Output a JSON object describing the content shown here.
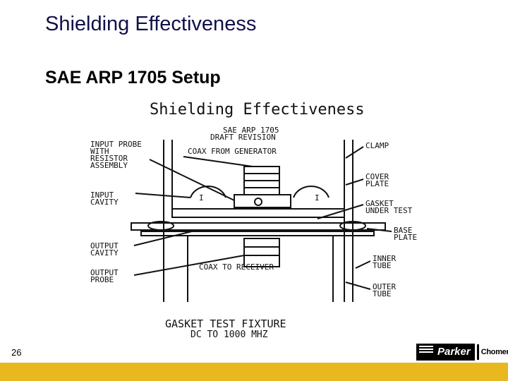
{
  "slide": {
    "title": "Shielding Effectiveness",
    "subtitle": "SAE ARP 1705 Setup",
    "number": "26"
  },
  "figure": {
    "heading": "Shielding Effectiveness",
    "standard_line1": "SAE ARP 1705",
    "standard_line2": "DRAFT REVISION",
    "labels": {
      "input_probe": [
        "INPUT PROBE",
        "WITH",
        "RESISTOR",
        "ASSEMBLY"
      ],
      "coax_from_generator": "COAX FROM GENERATOR",
      "clamp": "CLAMP",
      "input_cavity": [
        "INPUT",
        "CAVITY"
      ],
      "cover_plate": [
        "COVER",
        "PLATE"
      ],
      "gasket_under_test": [
        "GASKET",
        "UNDER TEST"
      ],
      "base_plate": [
        "BASE",
        "PLATE"
      ],
      "output_cavity": [
        "OUTPUT",
        "CAVITY"
      ],
      "output_probe": [
        "OUTPUT",
        "PROBE"
      ],
      "coax_to_receiver": "COAX TO RECEIVER",
      "inner_tube": [
        "INNER",
        "TUBE"
      ],
      "outer_tube": [
        "OUTER",
        "TUBE"
      ],
      "current_marker": "I"
    },
    "caption_line1": "GASKET TEST FIXTURE",
    "caption_line2": "DC TO 1000 MHZ"
  },
  "logo": {
    "brand": "Parker",
    "division": "Chomerics"
  },
  "colors": {
    "title": "#10104a",
    "bar": "#e8b820"
  }
}
